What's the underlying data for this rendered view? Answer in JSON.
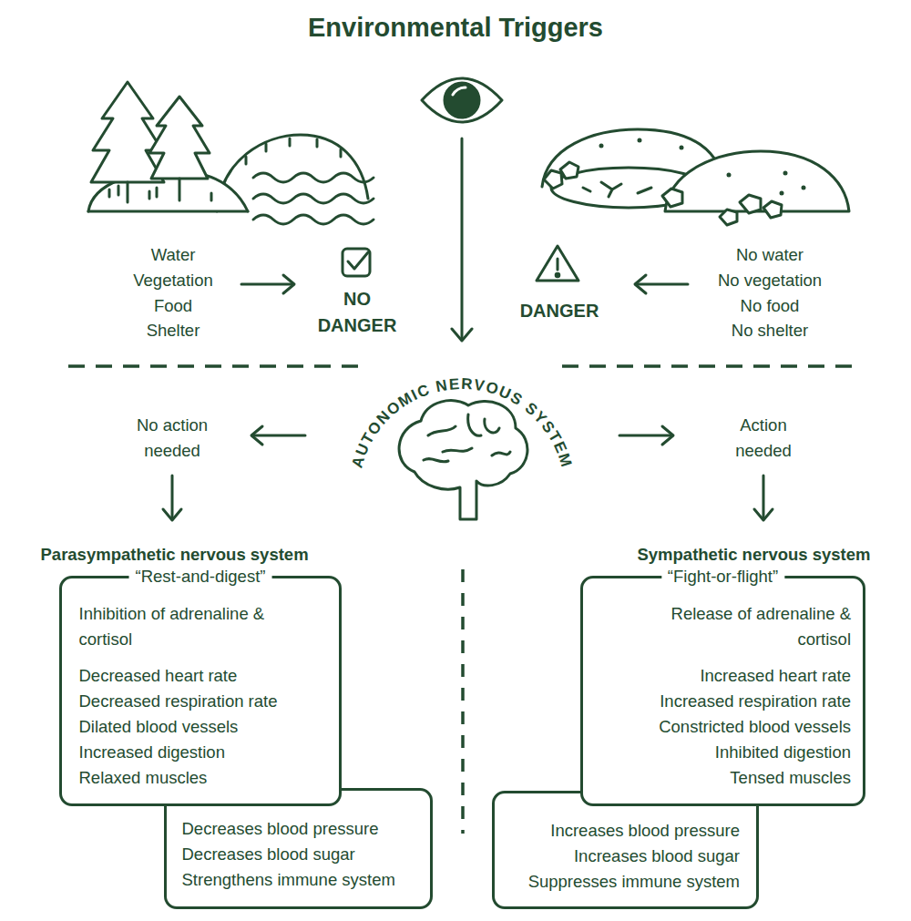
{
  "diagram": {
    "title": "Environmental Triggers",
    "nodes": [
      {
        "text": [
          "Parasympathetic nervous system",
          "“Rest-and-digest”",
          "Inhibition of adrenaline & cortisol",
          "Decreased heart rate",
          "Decreased respiration rate",
          "Dilated blood vessels",
          "Increased digestion",
          "Relaxed muscles"
        ]
      },
      {
        "text": [
          "Decreases blood pressure",
          "Decreases blood sugar",
          "Strengthens immune system"
        ]
      },
      {
        "text": [
          "Sympathetic nervous system",
          "“Fight-or-flight”",
          "Release of adrenaline & cortisol",
          "Increased heart rate",
          "Increased respiration rate",
          "Constricted blood vessels",
          "Inhibited digestion",
          "Tensed muscles"
        ]
      },
      {
        "text": [
          "Increases blood pressure",
          "Increases blood sugar",
          "Suppresses immune system"
        ]
      }
    ],
    "labels": [
      "Water",
      "Vegetation",
      "Food",
      "Shelter",
      "NO DANGER",
      "DANGER",
      "No water",
      "No vegetation",
      "No food",
      "No shelter",
      "AUTONOMIC NERVOUS SYSTEM",
      "No action needed",
      "Action needed"
    ]
  }
}
